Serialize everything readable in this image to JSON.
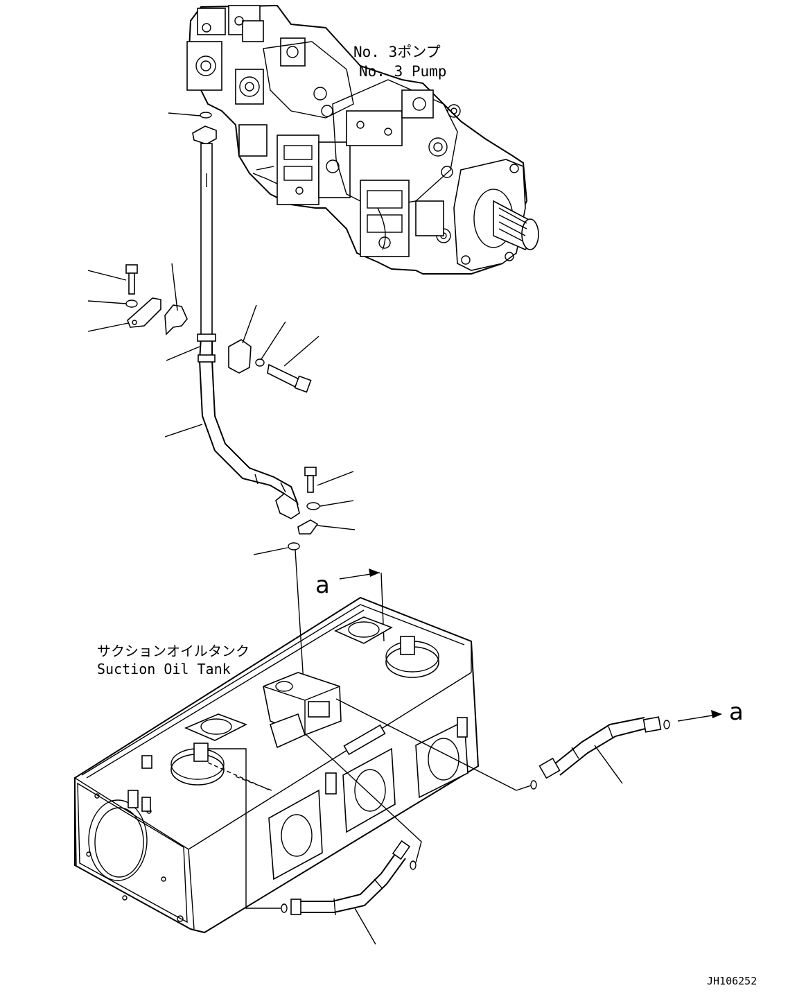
{
  "pump_label": {
    "ja": "No. 3ポンプ",
    "en": "No. 3 Pump"
  },
  "tank_label": {
    "ja": "サクションオイルタンク",
    "en": "Suction Oil Tank"
  },
  "view_marker_top": "a",
  "view_marker_right": "a",
  "drawing_code": "JH106252"
}
